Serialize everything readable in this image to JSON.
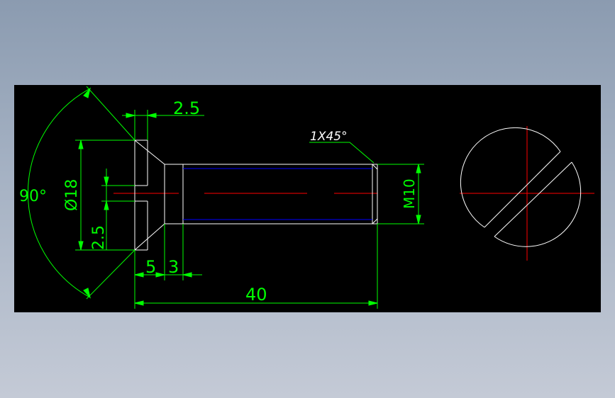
{
  "colors": {
    "background": "#000000",
    "outline": "#ffffff",
    "dimension": "#00ff00",
    "centerline": "#ff0000",
    "thread": "#0000ff",
    "annotation": "#ffffff"
  },
  "dimensions": {
    "head_thickness": "2.5",
    "chamfer": "1X45°",
    "head_angle": "90°",
    "head_diameter": "Ø18",
    "slot_width": "2.5",
    "thread_size": "M10",
    "head_length": "5",
    "neck_length": "3",
    "overall_length": "40"
  }
}
